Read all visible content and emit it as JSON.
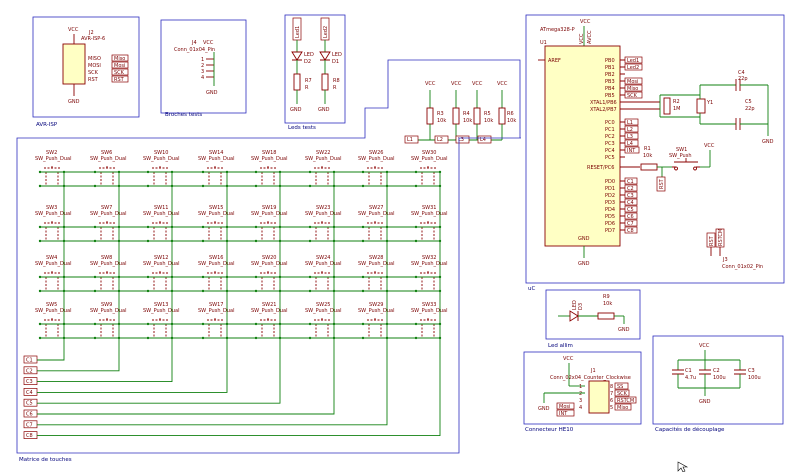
{
  "blocks": {
    "avr_isp": "AVR-ISP",
    "broches_tests": "Broches tests",
    "leds_tests": "Leds tests",
    "uc": "uC",
    "led_allim": "Led allim",
    "connecteur_he10": "Connecteur HE10",
    "capacites": "Capacités de découplage",
    "matrice": "Matrice de touches"
  },
  "isp": {
    "ref": "J2",
    "value": "AVR-ISP-6",
    "vcc": "VCC",
    "gnd": "GND",
    "pins": [
      "MISO",
      "MOSI",
      "SCK",
      "RST"
    ],
    "labels": [
      "Miso",
      "Mosi",
      "SCK",
      "RST"
    ]
  },
  "j4": {
    "ref": "J4",
    "vcc": "VCC",
    "value": "Conn_01x04_Pin",
    "gnd": "GND",
    "pins": [
      "1",
      "2",
      "3",
      "4"
    ]
  },
  "leds": {
    "labels": [
      "Led1",
      "Led2"
    ],
    "diodes": [
      {
        "ref": "LED",
        "value": "D2"
      },
      {
        "ref": "LED",
        "value": "D1"
      }
    ],
    "resistors": [
      {
        "ref": "R7",
        "value": "R"
      },
      {
        "ref": "R8",
        "value": "R"
      }
    ],
    "gnd": "GND"
  },
  "pullups": {
    "vcc": "VCC",
    "resistors": [
      {
        "ref": "R3",
        "value": "10k",
        "label": "L1"
      },
      {
        "ref": "R4",
        "value": "10k",
        "label": "L2"
      },
      {
        "ref": "R5",
        "value": "10k",
        "label": "L3"
      },
      {
        "ref": "R6",
        "value": "10k",
        "label": "L4"
      }
    ]
  },
  "mcu": {
    "ref": "U1",
    "name": "ATmega328-P",
    "vcc": "VCC",
    "pin_top": [
      "VCC",
      "AVCC"
    ],
    "aref": "AREF",
    "gnd": "GND",
    "pins_pb": [
      "PB0",
      "PB1",
      "PB2",
      "PB3",
      "PB4",
      "PB5",
      "XTAL1/PB6",
      "XTAL2/PB7"
    ],
    "pins_pc": [
      "PC0",
      "PC1",
      "PC2",
      "PC3",
      "PC4",
      "PC5",
      "RESET/PC6"
    ],
    "pins_pd": [
      "PD0",
      "PD1",
      "PD2",
      "PD3",
      "PD4",
      "PD5",
      "PD6",
      "PD7"
    ],
    "labels_pb": [
      "Led1",
      "Led2",
      "Mosi",
      "Miso",
      "SCK"
    ],
    "labels_pc": [
      "L1",
      "L2",
      "L3",
      "L4",
      "INT"
    ],
    "labels_pd": [
      "C1",
      "C2",
      "C3",
      "C4",
      "C5",
      "C6",
      "C7",
      "C8"
    ]
  },
  "crystal": {
    "r2": {
      "ref": "R2",
      "value": "1M"
    },
    "y1": "Y1",
    "c4": {
      "ref": "C4",
      "value": "22p"
    },
    "c5": {
      "ref": "C5",
      "value": "22p"
    },
    "gnd": "GND"
  },
  "reset": {
    "r1": {
      "ref": "R1",
      "value": "10k"
    },
    "sw1": {
      "ref": "SW1",
      "value": "SW_Push"
    },
    "vcc": "VCC",
    "rst_label": "RST"
  },
  "j3": {
    "ref": "J3",
    "value": "Conn_01x02_Pin",
    "labels": [
      "RST",
      "RSTCM"
    ]
  },
  "power_led": {
    "ref": "D3",
    "value": "LED",
    "r": {
      "ref": "R9",
      "value": "10k"
    },
    "gnd": "GND"
  },
  "j1": {
    "vcc": "VCC",
    "ref": "J1",
    "value": "Conn_02x04_Counter_Clockwise",
    "gnd": "GND",
    "left_labels": [
      "Mosi",
      "INT"
    ],
    "right_labels": [
      "SS",
      "SCK",
      "RSTCM",
      "Miso"
    ],
    "pins_left": [
      "1",
      "2",
      "3",
      "4"
    ],
    "pins_right": [
      "8",
      "7",
      "6",
      "5"
    ]
  },
  "decoupling": {
    "vcc": "VCC",
    "gnd": "GND",
    "caps": [
      {
        "ref": "C1",
        "value": "4.7u"
      },
      {
        "ref": "C2",
        "value": "100u"
      },
      {
        "ref": "C3",
        "value": "100u"
      }
    ]
  },
  "matrix": {
    "sw_value": "SW_Push_Dual",
    "rows": [
      [
        "SW2",
        "SW6",
        "SW10",
        "SW14",
        "SW18",
        "SW22",
        "SW26",
        "SW30"
      ],
      [
        "SW3",
        "SW7",
        "SW11",
        "SW15",
        "SW19",
        "SW23",
        "SW27",
        "SW31"
      ],
      [
        "SW4",
        "SW8",
        "SW12",
        "SW16",
        "SW20",
        "SW24",
        "SW28",
        "SW32"
      ],
      [
        "SW5",
        "SW9",
        "SW13",
        "SW17",
        "SW21",
        "SW25",
        "SW29",
        "SW33"
      ]
    ],
    "col_labels": [
      "C1",
      "C2",
      "C3",
      "C4",
      "C5",
      "C6",
      "C7",
      "C8"
    ]
  }
}
